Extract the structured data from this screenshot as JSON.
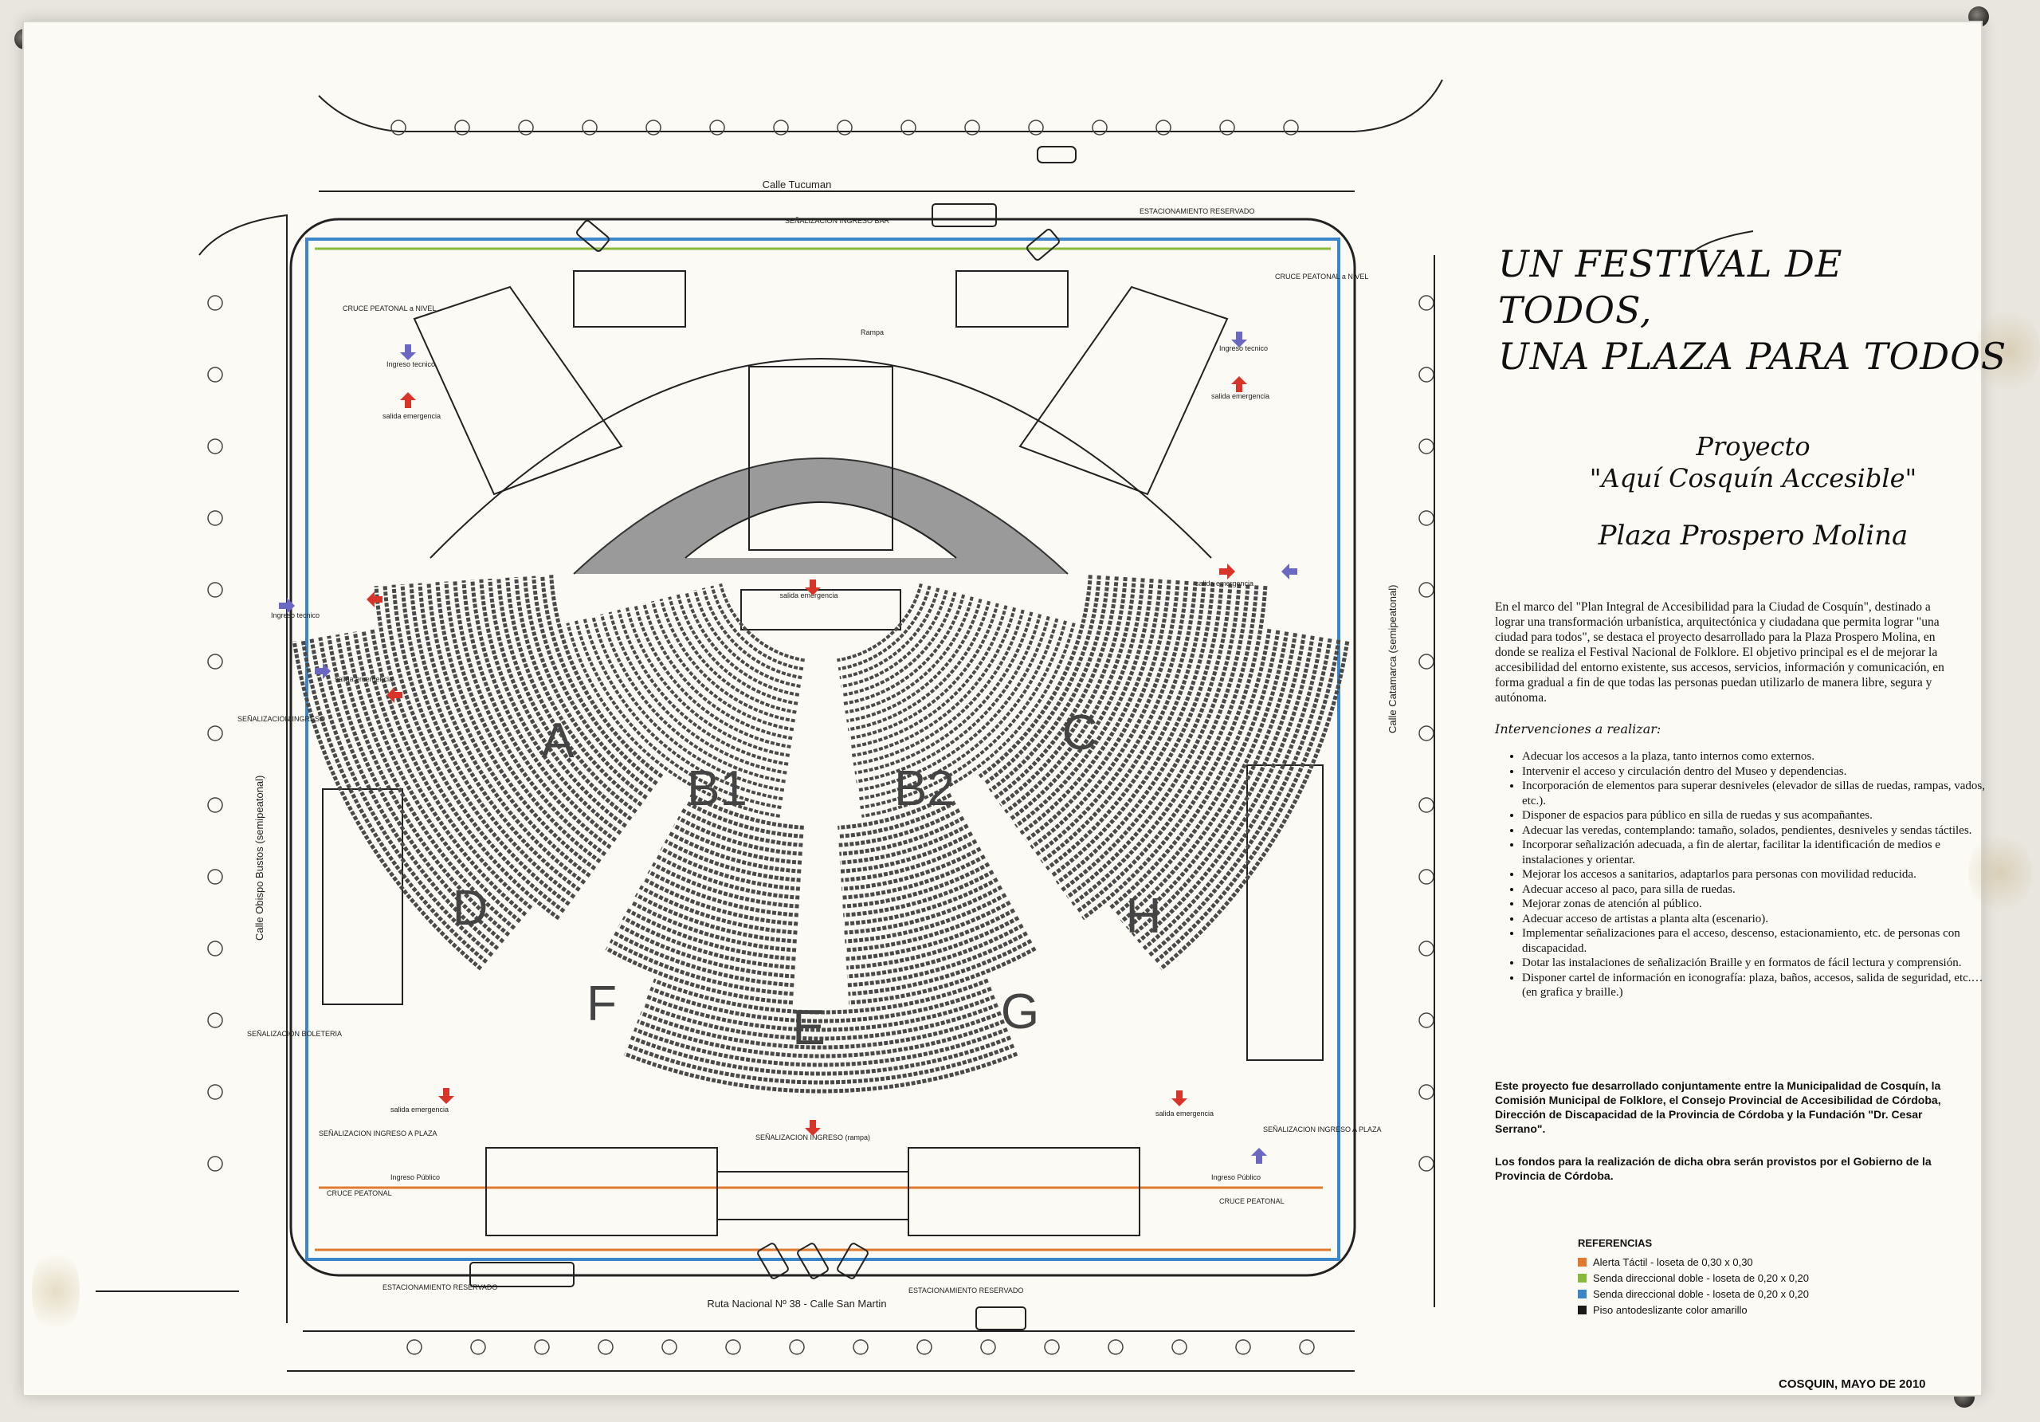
{
  "title": {
    "line1": "UN FESTIVAL DE TODOS,",
    "line2": "UNA PLAZA PARA TODOS"
  },
  "project": {
    "label": "Proyecto",
    "name": "\"Aquí Cosquín Accesible\""
  },
  "plaza": "Plaza Prospero Molina",
  "intro": "En el marco del \"Plan Integral de Accesibilidad para la Ciudad de Cosquín\", destinado a lograr una transformación urbanística, arquitectónica y ciudadana que permita lograr \"una ciudad para todos\", se destaca el proyecto desarrollado para la Plaza Prospero Molina, en donde se realiza el Festival Nacional de Folklore. El objetivo principal es el de mejorar la accesibilidad del entorno existente, sus accesos, servicios, información y comunicación, en forma gradual a fin de que todas las personas puedan utilizarlo de manera libre, segura y autónoma.",
  "interventions_title": "Intervenciones a realizar:",
  "interventions": [
    "Adecuar los accesos a la plaza, tanto internos como externos.",
    "Intervenir el acceso y circulación dentro del Museo y dependencias.",
    "Incorporación de elementos para superar desniveles (elevador de sillas de ruedas, rampas, vados, etc.).",
    "Disponer de espacios para público en silla de ruedas y sus acompañantes.",
    "Adecuar las veredas, contemplando: tamaño, solados, pendientes, desniveles y sendas táctiles.",
    "Incorporar señalización adecuada, a fin de alertar, facilitar la identificación de medios e instalaciones y orientar.",
    "Mejorar los accesos a sanitarios, adaptarlos para personas con movilidad reducida.",
    "Adecuar acceso al paco, para silla de ruedas.",
    "Mejorar zonas de atención al público.",
    "Adecuar acceso de artistas a planta alta (escenario).",
    "Implementar señalizaciones para el acceso, descenso, estacionamiento, etc. de personas con discapacidad.",
    "Dotar las instalaciones de señalización Braille y en formatos de fácil lectura y comprensión.",
    "Disponer cartel de información en iconografía: plaza, baños, accesos, salida de seguridad, etc.… (en grafica y braille.)"
  ],
  "collab": "Este proyecto fue desarrollado conjuntamente entre la Municipalidad de Cosquín, la Comisión Municipal de Folklore, el Consejo Provincial de Accesibilidad de Córdoba, Dirección de Discapacidad de la Provincia de Córdoba y la Fundación \"Dr. Cesar Serrano\".",
  "funds": "Los fondos para la realización de dicha obra serán provistos por el Gobierno de la Provincia de Córdoba.",
  "references": {
    "title": "REFERENCIAS",
    "items": [
      {
        "label": "Alerta Táctil - loseta de 0,30 x 0,30",
        "color": "#e07a2e"
      },
      {
        "label": "Senda direccional doble - loseta de 0,20 x 0,20",
        "color": "#8ab83a"
      },
      {
        "label": "Senda direccional doble - loseta de 0,20 x 0,20",
        "color": "#3a86c8"
      },
      {
        "label": "Piso antodeslizante color amarillo",
        "color": "#1a1a1a"
      }
    ]
  },
  "footer": "COSQUIN, MAYO DE 2010",
  "map": {
    "streets": {
      "north": "Calle Tucuman",
      "south": "Ruta Nacional Nº 38 - Calle San Martin",
      "west": "Calle Obispo Bustos (semipeatonal)",
      "east": "Calle Catamarca (semipeatonal)"
    },
    "sectors": [
      "A",
      "B1",
      "B2",
      "C",
      "D",
      "E",
      "F",
      "G",
      "H"
    ],
    "labels": {
      "cruce_nivel": "CRUCE PEATONAL a NIVEL",
      "cruce": "CRUCE PEATONAL",
      "ingreso_bar": "SEÑALIZACION INGRESO BAR",
      "ingreso_tecnico": "Ingreso tecnico",
      "salida_emergencia": "salida emergencia",
      "ingreso_plaza": "SEÑALIZACION INGRESO A PLAZA",
      "ingreso_boleteria": "SEÑALIZACION BOLETERIA",
      "ingreso_publico": "Ingreso Público",
      "estacionamiento": "ESTACIONAMIENTO RESERVADO",
      "senal_rampa": "SEÑALIZACION INGRESO (rampa)",
      "senal_ingreso": "SEÑALIZACION INGRESO",
      "rampa": "Rampa"
    },
    "colors": {
      "orange": "#e07a2e",
      "green": "#8ab83a",
      "blue": "#3a86c8",
      "red": "#d8342a",
      "purple": "#6b68c4"
    }
  }
}
